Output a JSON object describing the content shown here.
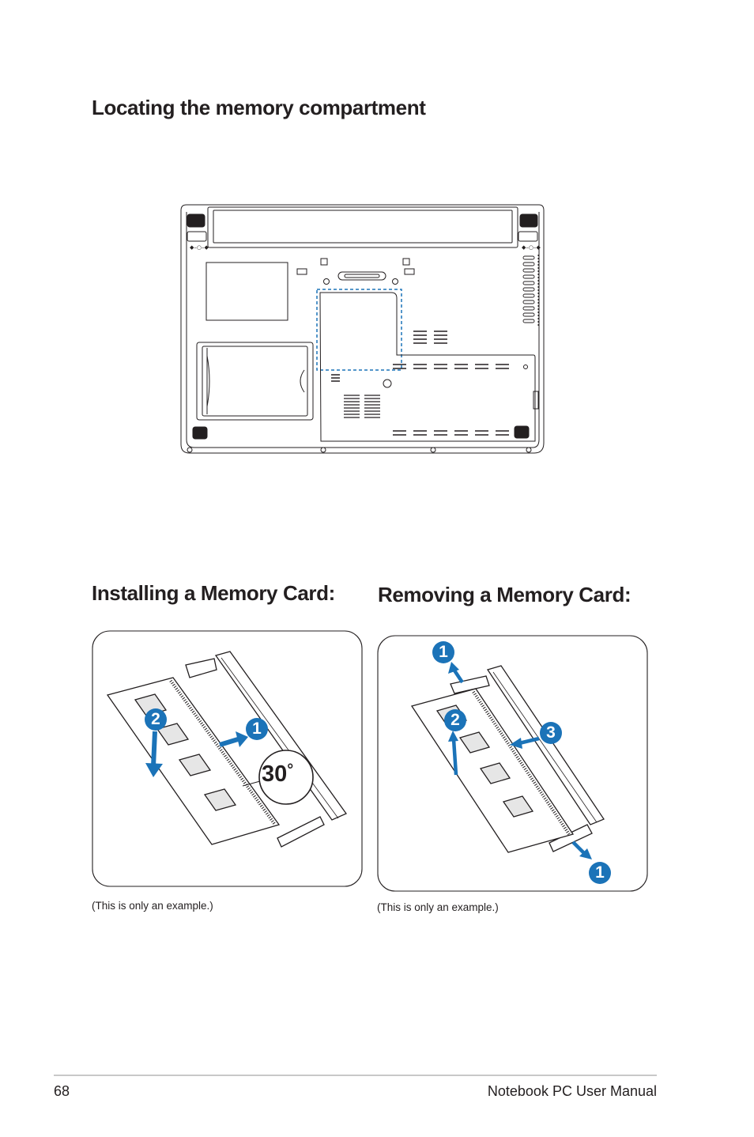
{
  "sections": {
    "locating_title": "Locating the memory compartment",
    "installing_title": "Installing a Memory Card:",
    "removing_title": "Removing a Memory Card:"
  },
  "figures": {
    "install": {
      "steps": [
        "2",
        "1"
      ],
      "angle_label": "30",
      "angle_unit": "°",
      "caption": "(This is only an example.)"
    },
    "remove": {
      "steps": [
        "1",
        "2",
        "3",
        "1"
      ],
      "caption": "(This is only an example.)"
    }
  },
  "colors": {
    "accent": "#1b73b8",
    "line": "#231f20",
    "gray_fill": "#e6e6e6"
  },
  "footer": {
    "page_number": "68",
    "manual_title": "Notebook PC User Manual"
  }
}
